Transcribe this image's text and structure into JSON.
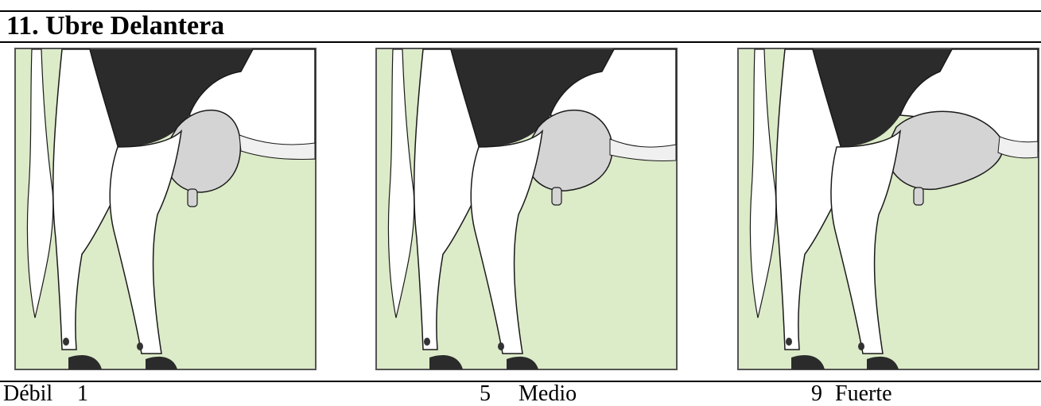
{
  "title": "11. Ubre Delantera",
  "panels": [
    {
      "score": "1",
      "label": "Débil"
    },
    {
      "score": "5",
      "label": "Medio"
    },
    {
      "score": "9",
      "label": "Fuerte"
    }
  ],
  "colors": {
    "background": "#dcebc8",
    "black_patch": "#2b2b2b",
    "udder": "#d4d4d4",
    "leg_shade": "#e3e3e3",
    "outline": "#1a1a1a"
  },
  "icons": [
    "cow-hind-leg-illustration",
    "udder-illustration",
    "teat-illustration"
  ]
}
